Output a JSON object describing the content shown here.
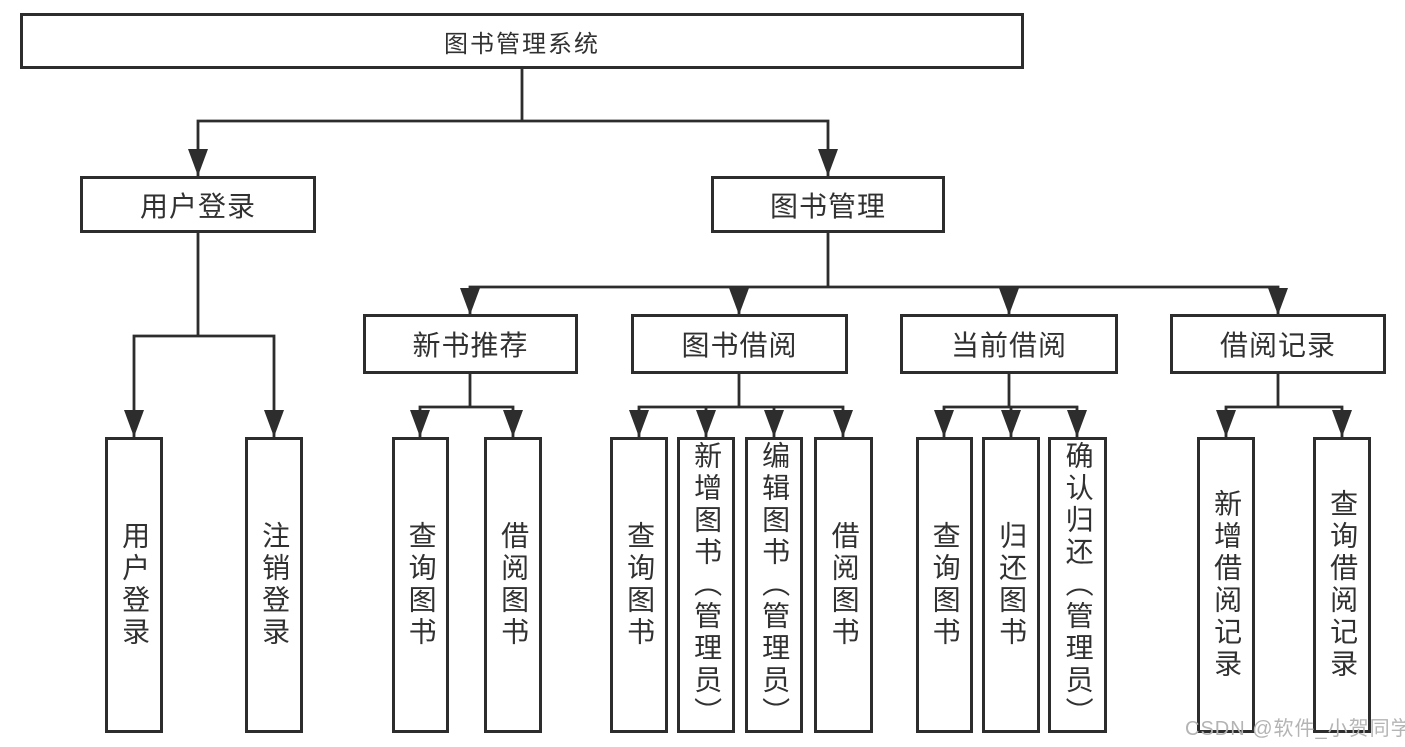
{
  "diagram": {
    "title": "图书管理系统",
    "branches": [
      {
        "label": "用户登录",
        "leaves": [
          "用户登录",
          "注销登录"
        ]
      },
      {
        "label": "图书管理",
        "sections": [
          {
            "label": "新书推荐",
            "leaves": [
              "查询图书",
              "借阅图书"
            ]
          },
          {
            "label": "图书借阅",
            "leaves": [
              "查询图书",
              "新增图书（管理员）",
              "编辑图书（管理员）",
              "借阅图书"
            ]
          },
          {
            "label": "当前借阅",
            "leaves": [
              "查询图书",
              "归还图书",
              "确认归还（管理员）"
            ]
          },
          {
            "label": "借阅记录",
            "leaves": [
              "新增借阅记录",
              "查询借阅记录"
            ]
          }
        ]
      }
    ]
  },
  "watermark": "CSDN @软件_小贺同学",
  "colors": {
    "line": "#2d2d2d",
    "text": "#313131",
    "watermark": "#b4b4b4",
    "background": "#ffffff"
  }
}
